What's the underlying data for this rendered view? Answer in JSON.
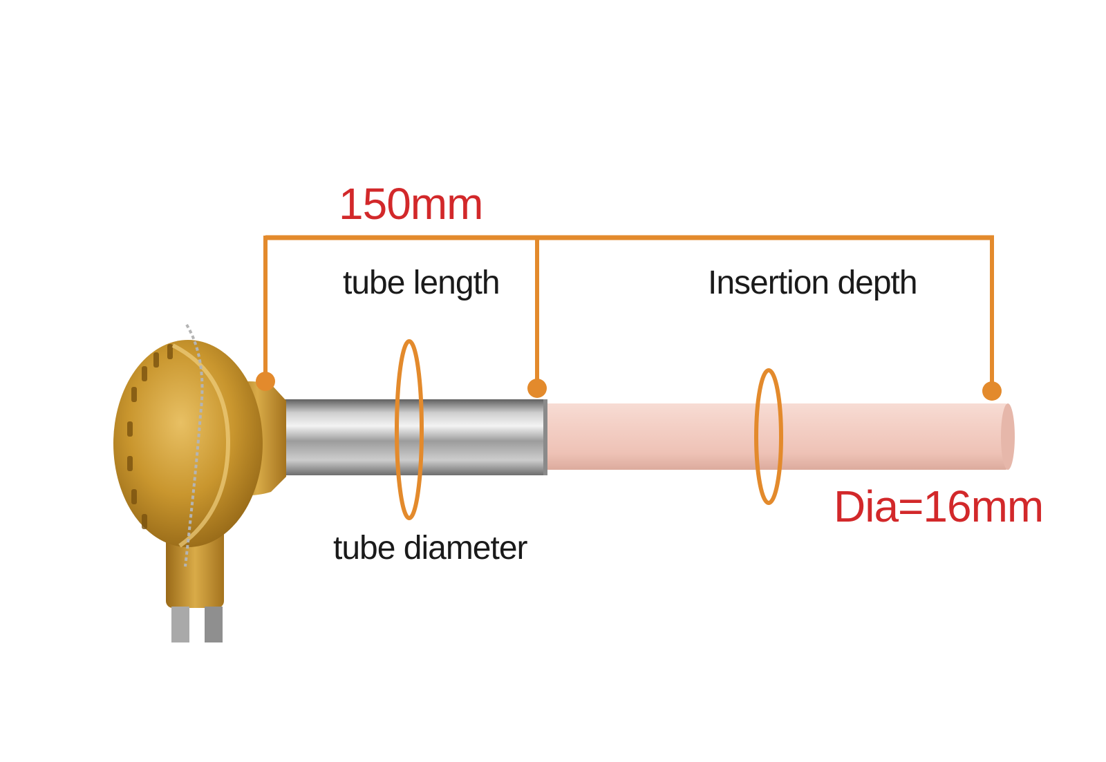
{
  "labels": {
    "total_length": "150mm",
    "tube_length": "tube length",
    "insertion_depth": "Insertion depth",
    "tube_diameter": "tube diameter",
    "diameter": "Dia=16mm"
  },
  "colors": {
    "dimension_line": "#e38a2c",
    "dimension_text": "#d2282a",
    "label_text": "#1a1a1a",
    "brass_head": "#c9962e",
    "steel_tube": "#a9a9a9",
    "ceramic_tube": "#f1c9bf"
  },
  "components": {
    "head": "brass-junction-head",
    "protection_tube": "stainless-steel-tube",
    "insertion_tube": "ceramic-tube"
  }
}
